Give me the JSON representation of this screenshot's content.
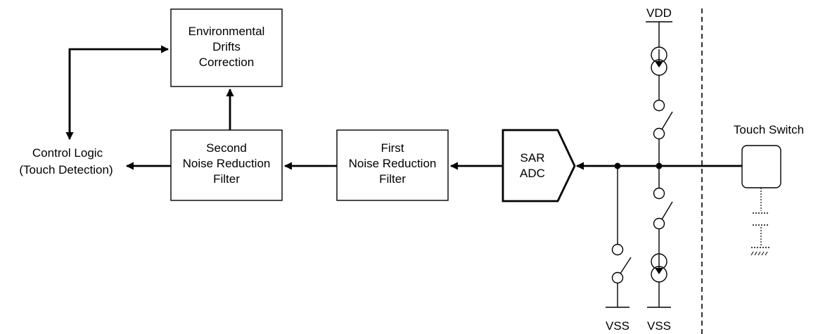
{
  "blocks": {
    "environmental": [
      "Environmental",
      "Drifts",
      "Correction"
    ],
    "second_filter": [
      "Second",
      "Noise Reduction",
      "Filter"
    ],
    "first_filter": [
      "First",
      "Noise Reduction",
      "Filter"
    ],
    "adc": [
      "SAR",
      "ADC"
    ],
    "control_logic": [
      "Control Logic",
      "(Touch Detection)"
    ]
  },
  "labels": {
    "touch_switch": "Touch Switch",
    "vdd": "VDD",
    "vss_left": "VSS",
    "vss_right": "VSS"
  }
}
